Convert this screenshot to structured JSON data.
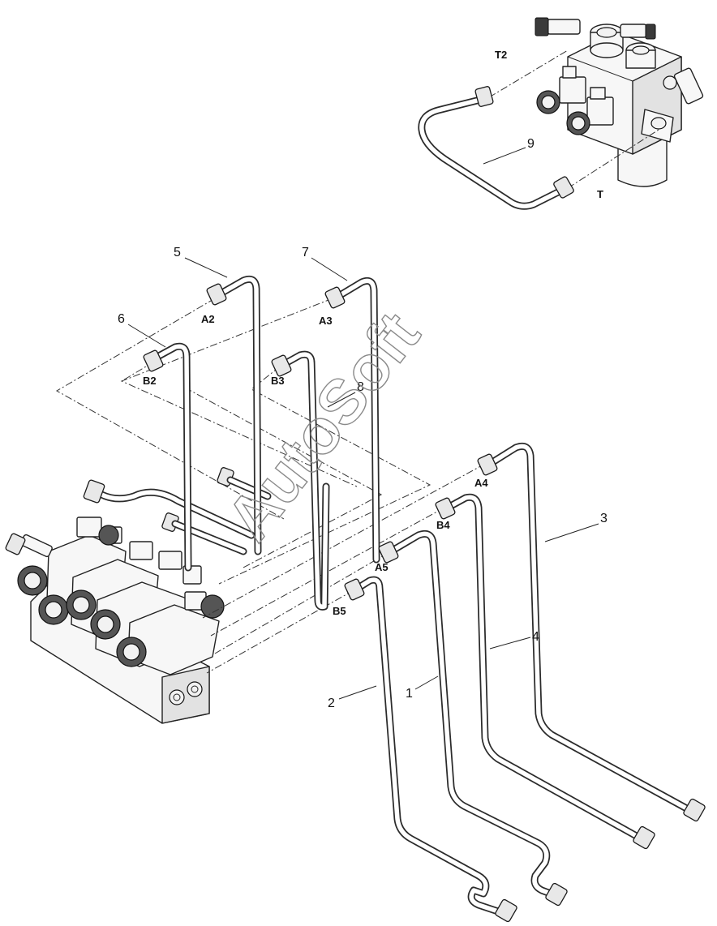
{
  "diagram": {
    "part_numbers": [
      "1",
      "2",
      "3",
      "4",
      "5",
      "6",
      "7",
      "8",
      "9"
    ],
    "port_labels": {
      "T2": "T2",
      "T": "T",
      "A2": "A2",
      "A3": "A3",
      "B2": "B2",
      "B3": "B3",
      "A4": "A4",
      "B4": "B4",
      "A5": "A5",
      "B5": "B5"
    },
    "watermark": "AutoSoft"
  }
}
